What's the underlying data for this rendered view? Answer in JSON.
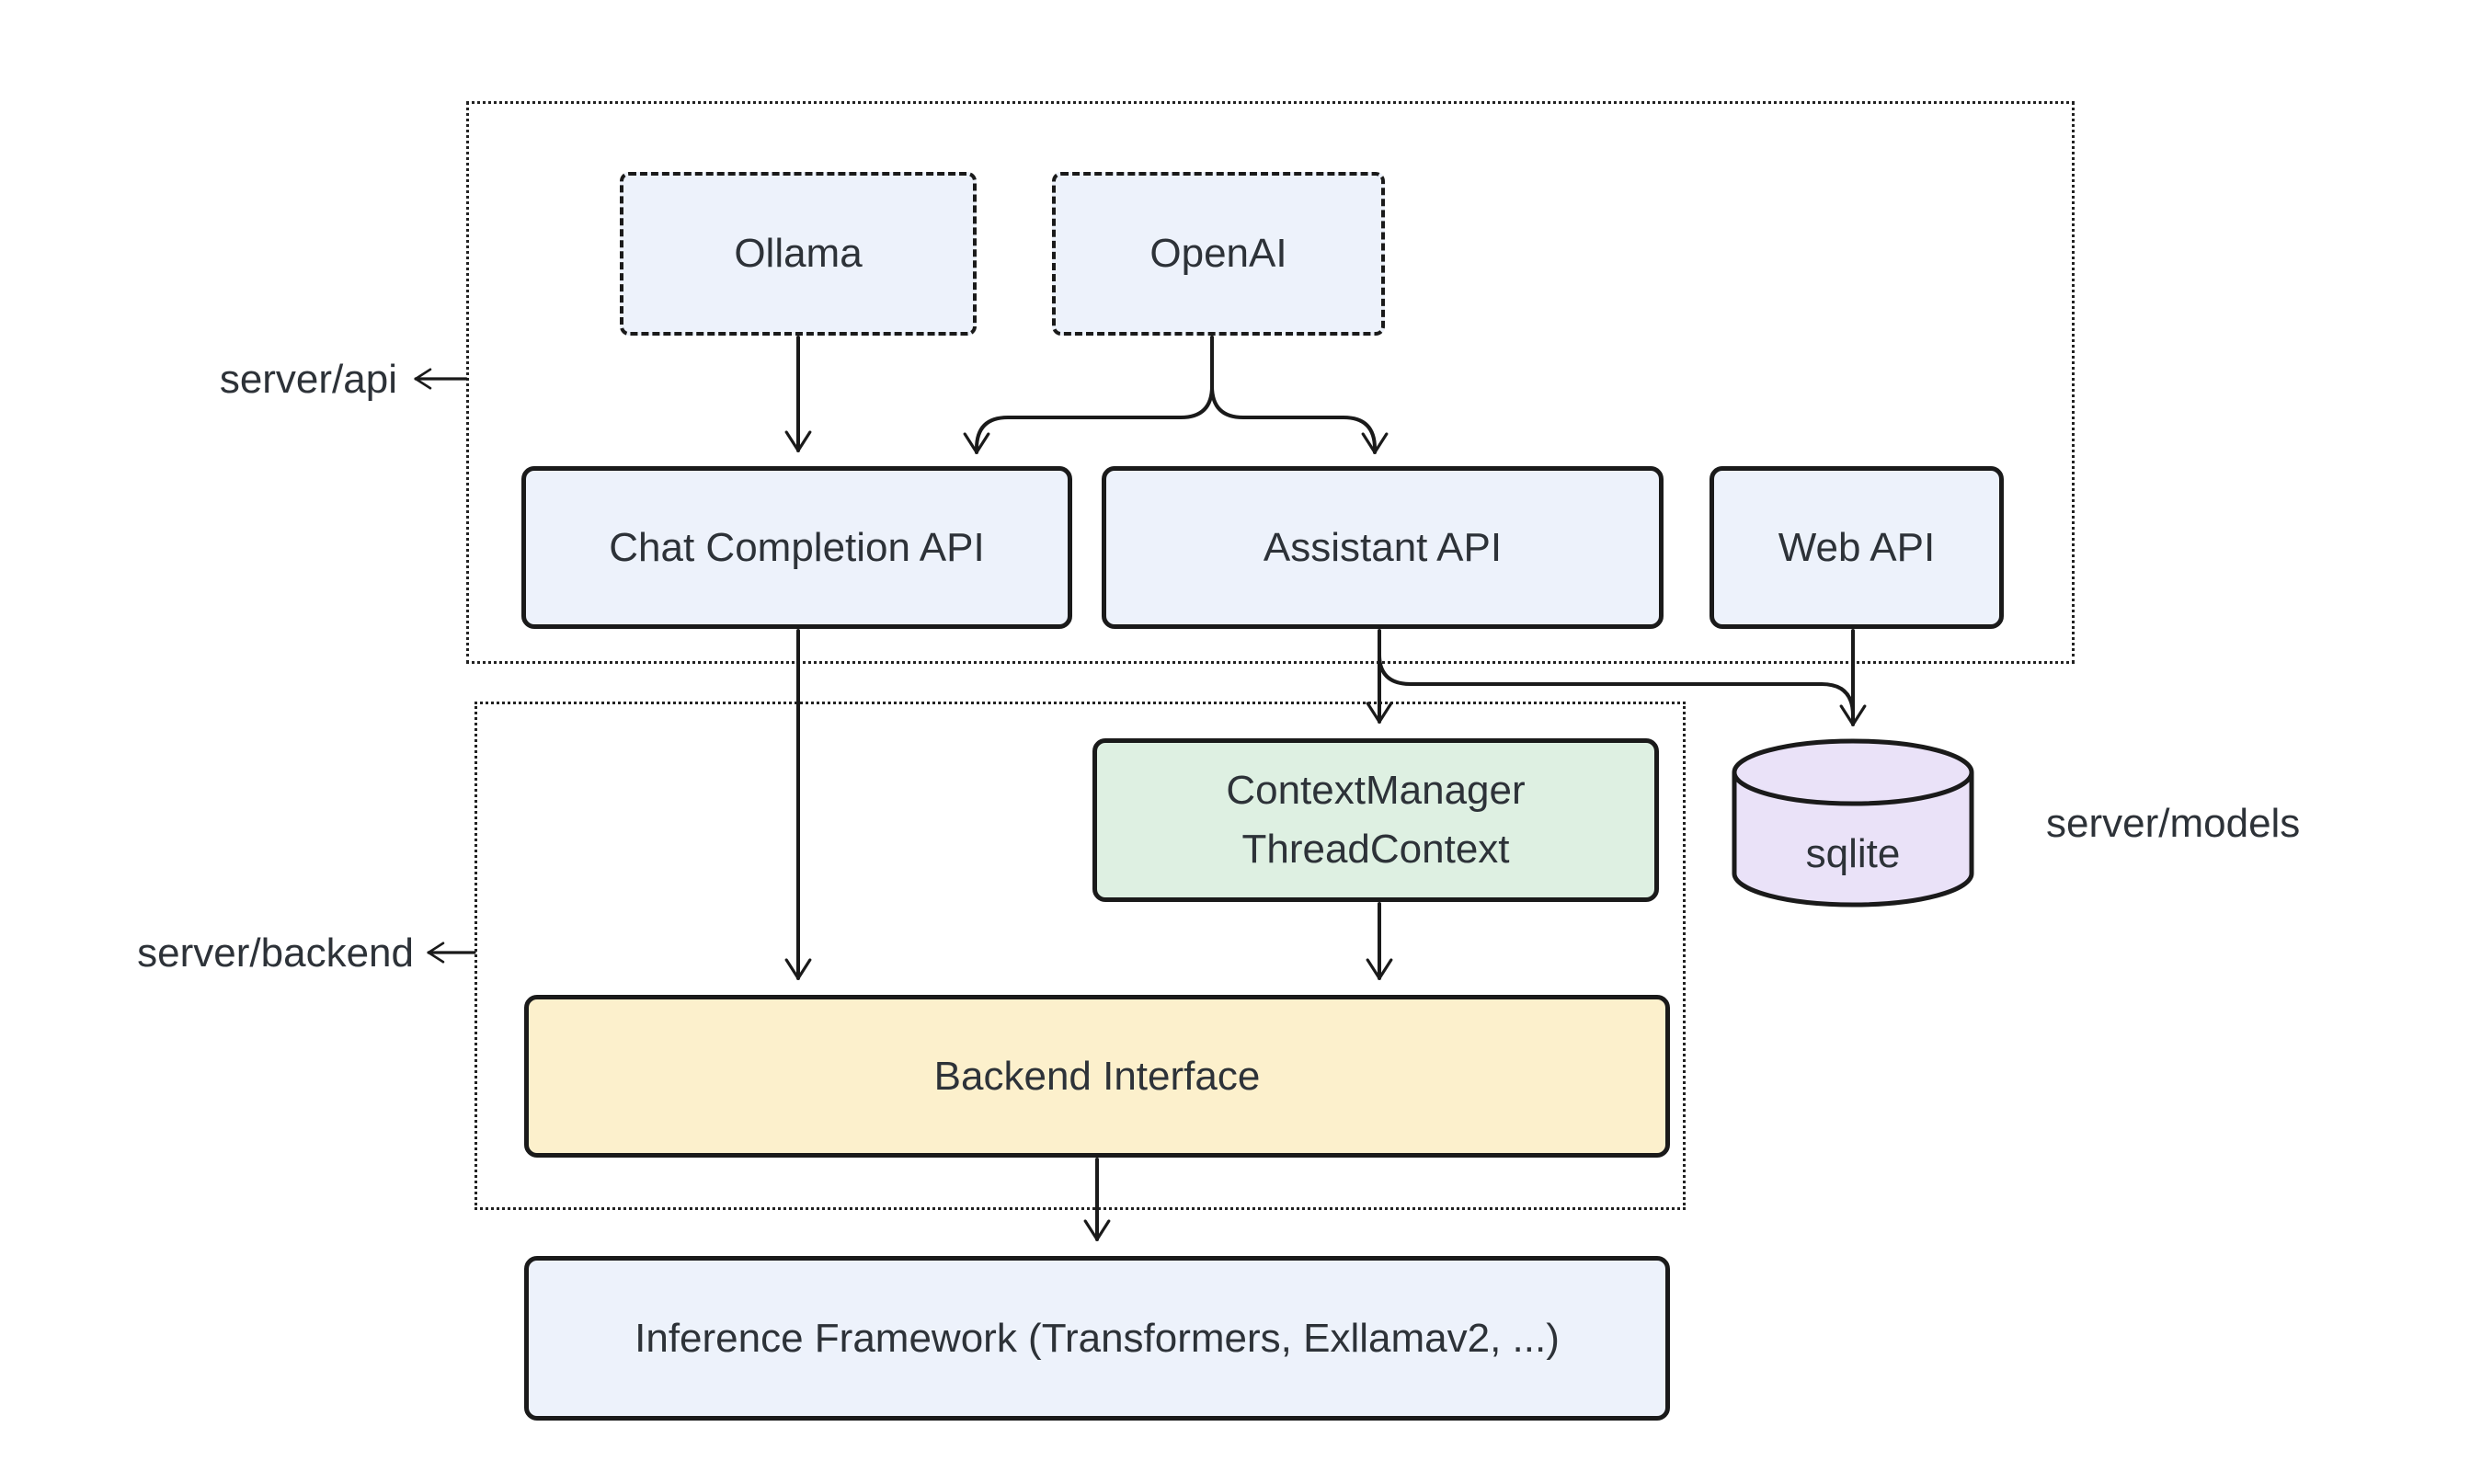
{
  "diagram": {
    "type": "architecture-flowchart",
    "background": "#ffffff",
    "groups": {
      "server_api": {
        "label": "server/api"
      },
      "server_backend": {
        "label": "server/backend"
      },
      "server_models": {
        "label": "server/models"
      }
    },
    "nodes": {
      "ollama": {
        "label": "Ollama",
        "shape": "dashed-rect",
        "fill": "#edf2fb"
      },
      "openai": {
        "label": "OpenAI",
        "shape": "dashed-rect",
        "fill": "#edf2fb"
      },
      "chat_completion_api": {
        "label": "Chat Completion API",
        "shape": "rect",
        "fill": "#edf2fb"
      },
      "assistant_api": {
        "label": "Assistant API",
        "shape": "rect",
        "fill": "#edf2fb"
      },
      "web_api": {
        "label": "Web API",
        "shape": "rect",
        "fill": "#edf2fb"
      },
      "context_manager": {
        "label_line1": "ContextManager",
        "label_line2": "ThreadContext",
        "shape": "rect",
        "fill": "#def0e2"
      },
      "sqlite": {
        "label": "sqlite",
        "shape": "cylinder",
        "fill": "#eae2f8"
      },
      "backend_interface": {
        "label": "Backend Interface",
        "shape": "rect",
        "fill": "#fcf0cc"
      },
      "inference_framework": {
        "label": "Inference Framework (Transformers, Exllamav2, ...)",
        "shape": "rect",
        "fill": "#edf2fb"
      }
    },
    "edges": [
      {
        "from": "ollama",
        "to": "chat_completion_api"
      },
      {
        "from": "openai",
        "to": "chat_completion_api"
      },
      {
        "from": "openai",
        "to": "assistant_api"
      },
      {
        "from": "chat_completion_api",
        "to": "backend_interface"
      },
      {
        "from": "assistant_api",
        "to": "context_manager"
      },
      {
        "from": "assistant_api",
        "to": "sqlite"
      },
      {
        "from": "web_api",
        "to": "sqlite"
      },
      {
        "from": "context_manager",
        "to": "backend_interface"
      },
      {
        "from": "backend_interface",
        "to": "inference_framework"
      }
    ],
    "colors": {
      "node_blue": "#edf2fb",
      "node_green": "#def0e2",
      "node_yellow": "#fcf0cc",
      "node_purple": "#eae2f8",
      "line": "#1a1a1a",
      "text": "#2d3238"
    }
  }
}
